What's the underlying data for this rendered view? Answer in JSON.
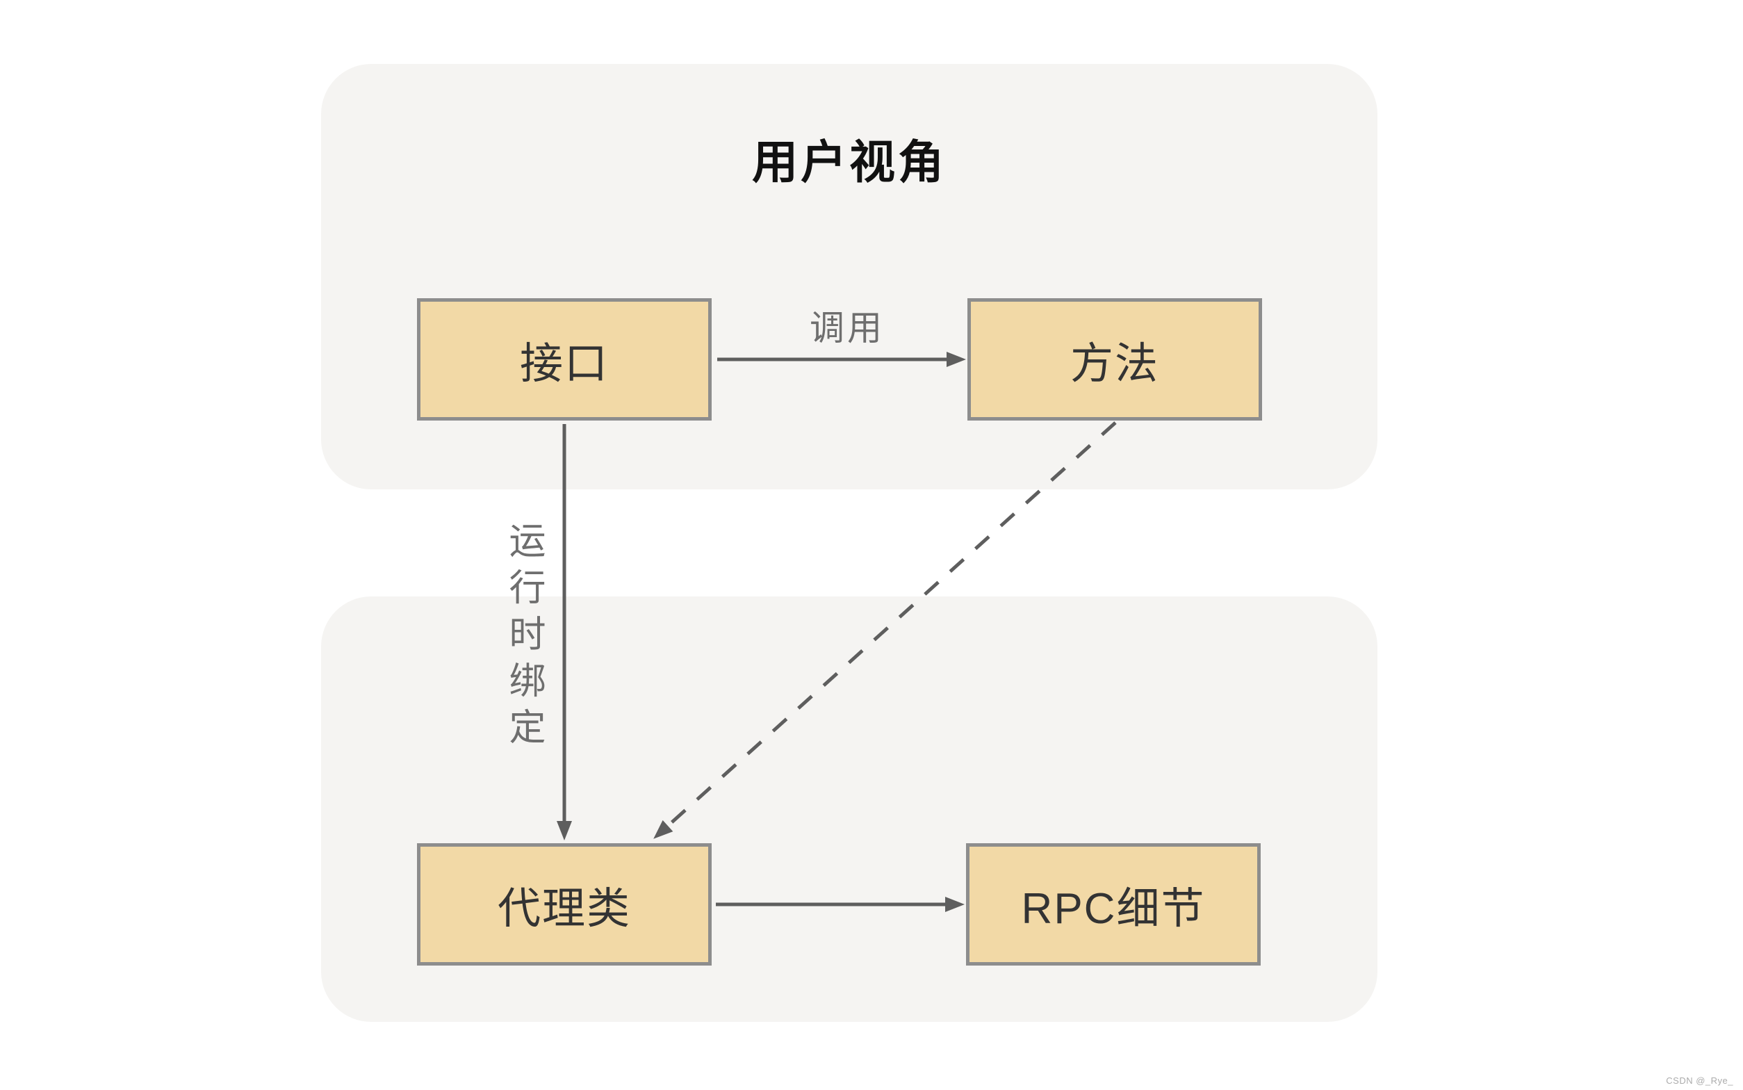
{
  "theme": {
    "page_bg": "#ffffff",
    "panel_bg": "#f5f4f2",
    "node_fill": "#f2d9a6",
    "node_border": "#8d8d8d",
    "node_text": "#333333",
    "edge_color": "#5e5e5e",
    "edge_label_color": "#6e6e6e",
    "title_color": "#111111",
    "watermark_color": "#ababab"
  },
  "diagram": {
    "title": "用户视角",
    "panels": [
      {
        "id": "user-view",
        "title": "用户视角",
        "contains": [
          "interface",
          "method"
        ]
      },
      {
        "id": "runtime-layer",
        "title": "",
        "contains": [
          "proxy",
          "rpc_details"
        ]
      }
    ],
    "nodes": [
      {
        "id": "interface",
        "label": "接口"
      },
      {
        "id": "method",
        "label": "方法"
      },
      {
        "id": "proxy",
        "label": "代理类"
      },
      {
        "id": "rpc_details",
        "label": "RPC细节"
      }
    ],
    "edges": [
      {
        "from": "interface",
        "to": "method",
        "label": "调用",
        "style": "solid",
        "direction": "right"
      },
      {
        "from": "interface",
        "to": "proxy",
        "label": "运行时绑定",
        "style": "solid",
        "direction": "down"
      },
      {
        "from": "method",
        "to": "proxy",
        "label": "",
        "style": "dashed",
        "direction": "down-left"
      },
      {
        "from": "proxy",
        "to": "rpc_details",
        "label": "",
        "style": "solid",
        "direction": "right"
      }
    ],
    "watermark": "CSDN @_Rye_"
  }
}
